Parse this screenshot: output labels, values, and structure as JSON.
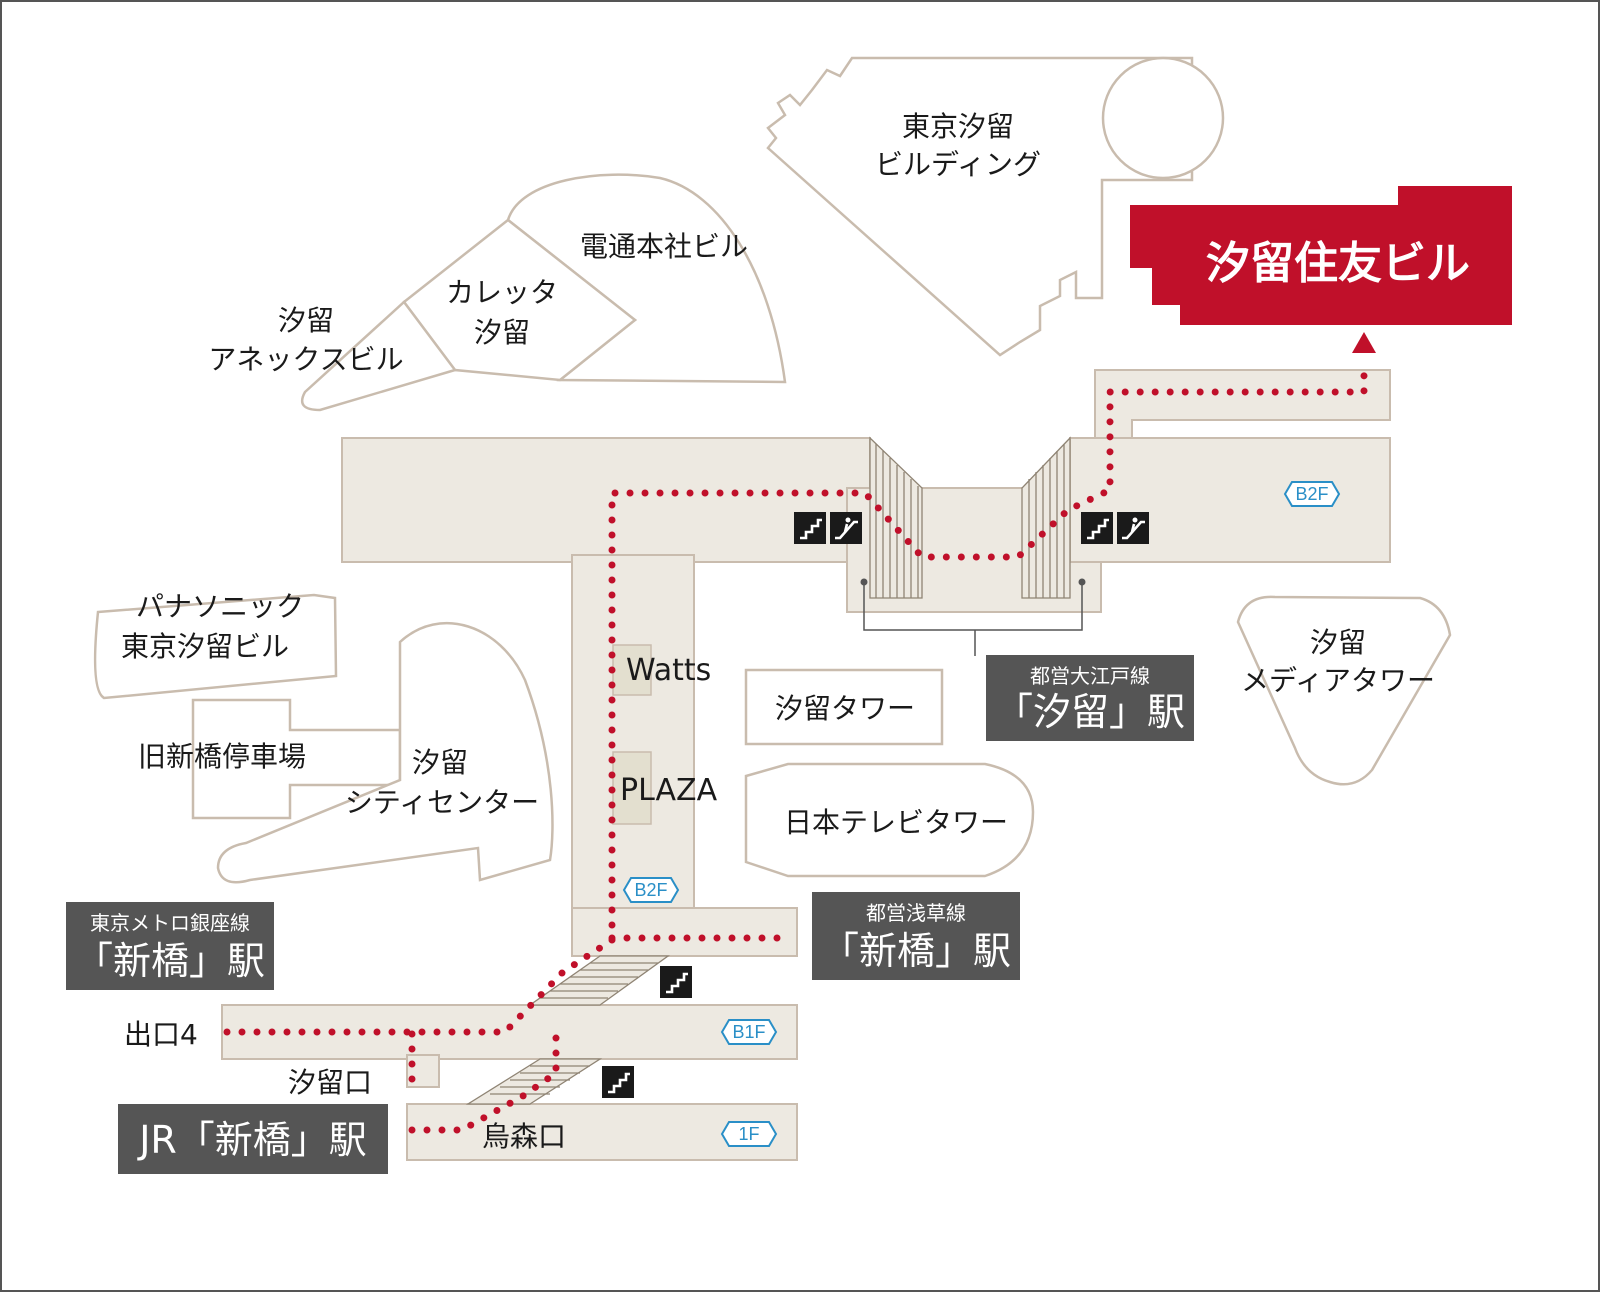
{
  "colors": {
    "route": "#c0102a",
    "building_outline": "#c9bcae",
    "corridor_fill": "#ede9e1",
    "station_box": "#555555",
    "target_box": "#c0102a",
    "floor_badge": "#2a8fc7"
  },
  "buildings": {
    "tokyo_shiodome": [
      "東京汐留",
      "ビルディング"
    ],
    "dentsu": "電通本社ビル",
    "caretta": [
      "カレッタ",
      "汐留"
    ],
    "annex": [
      "汐留",
      "アネックスビル"
    ],
    "panasonic": [
      "パナソニック",
      "東京汐留ビル"
    ],
    "old_shinbashi": "旧新橋停車場",
    "city_center": [
      "汐留",
      "シティセンター"
    ],
    "shiodome_tower": "汐留タワー",
    "ntv_tower": "日本テレビタワー",
    "media_tower": [
      "汐留",
      "メディアタワー"
    ]
  },
  "shops": {
    "watts": "Watts",
    "plaza": "PLAZA"
  },
  "target": {
    "name": "汐留住友ビル"
  },
  "stations": {
    "oedo": {
      "line": "都営大江戸線",
      "name": "「汐留」駅"
    },
    "asakusa": {
      "line": "都営浅草線",
      "name": "「新橋」駅"
    },
    "ginza": {
      "line": "東京メトロ銀座線",
      "name": "「新橋」駅"
    },
    "jr": {
      "name": "JR「新橋」駅"
    }
  },
  "exits": {
    "exit4": "出口4",
    "shiodome_exit": "汐留口",
    "karasumori_exit": "烏森口"
  },
  "floors": {
    "b2f_right": "B2F",
    "b2f_left": "B2F",
    "b1f": "B1F",
    "f1": "1F"
  },
  "icons": [
    "stairs-icon",
    "escalator-icon",
    "stairs-icon",
    "escalator-icon",
    "stairs-icon",
    "stairs-icon"
  ]
}
